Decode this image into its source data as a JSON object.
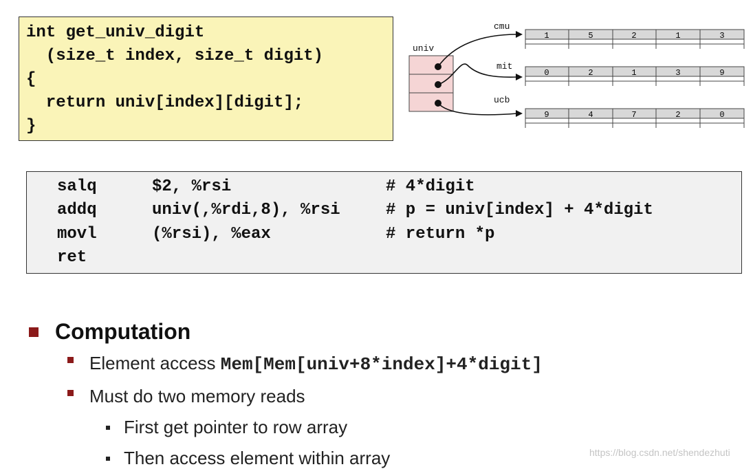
{
  "c_code": {
    "lines": [
      "int get_univ_digit",
      "  (size_t index, size_t digit)",
      "{",
      "  return univ[index][digit];",
      "}"
    ]
  },
  "diagram": {
    "pointer_array_label": "univ",
    "rows": [
      {
        "label": "cmu",
        "values": [
          "1",
          "5",
          "2",
          "1",
          "3"
        ]
      },
      {
        "label": "mit",
        "values": [
          "0",
          "2",
          "1",
          "3",
          "9"
        ]
      },
      {
        "label": "ucb",
        "values": [
          "9",
          "4",
          "7",
          "2",
          "0"
        ]
      }
    ]
  },
  "assembly": {
    "lines": [
      {
        "op": "salq",
        "args": "$2, %rsi",
        "comment": "# 4*digit"
      },
      {
        "op": "addq",
        "args": "univ(,%rdi,8), %rsi",
        "comment": "# p = univ[index] + 4*digit"
      },
      {
        "op": "movl",
        "args": "(%rsi), %eax",
        "comment": "# return *p"
      },
      {
        "op": "ret",
        "args": "",
        "comment": ""
      }
    ]
  },
  "computation": {
    "heading": "Computation",
    "items": [
      {
        "text": "Element access ",
        "code": "Mem[Mem[univ+8*index]+4*digit]"
      },
      {
        "text": "Must do two memory reads",
        "code": ""
      }
    ],
    "subitems": [
      "First get pointer to row array",
      "Then access element within array"
    ]
  },
  "watermark": "https://blog.csdn.net/shendezhuti",
  "colors": {
    "code_bg": "#faf4b8",
    "asm_bg": "#f1f1f1",
    "pointer_cell": "#f5d5d5",
    "bullet": "#8b1a1a"
  }
}
